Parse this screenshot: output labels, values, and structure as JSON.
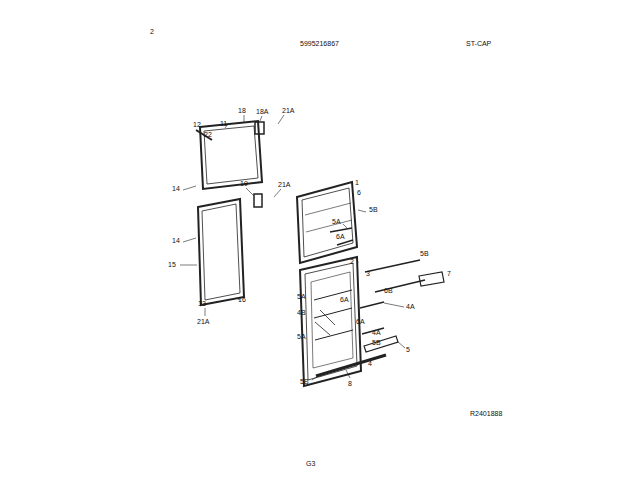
{
  "diagram": {
    "labels": [
      "2",
      "5995216867",
      "ST-CAP",
      "12",
      "22",
      "11",
      "18",
      "18A",
      "21A",
      "14",
      "19",
      "21A",
      "14",
      "15",
      "16",
      "13",
      "21A",
      "1",
      "6",
      "5B",
      "5A",
      "6A",
      "2",
      "3",
      "5B",
      "7",
      "6B",
      "6A",
      "4A",
      "5A",
      "4B",
      "5A",
      "6A",
      "4A",
      "5B",
      "5",
      "4",
      "5B",
      "8",
      "R2401888",
      "G3"
    ]
  }
}
